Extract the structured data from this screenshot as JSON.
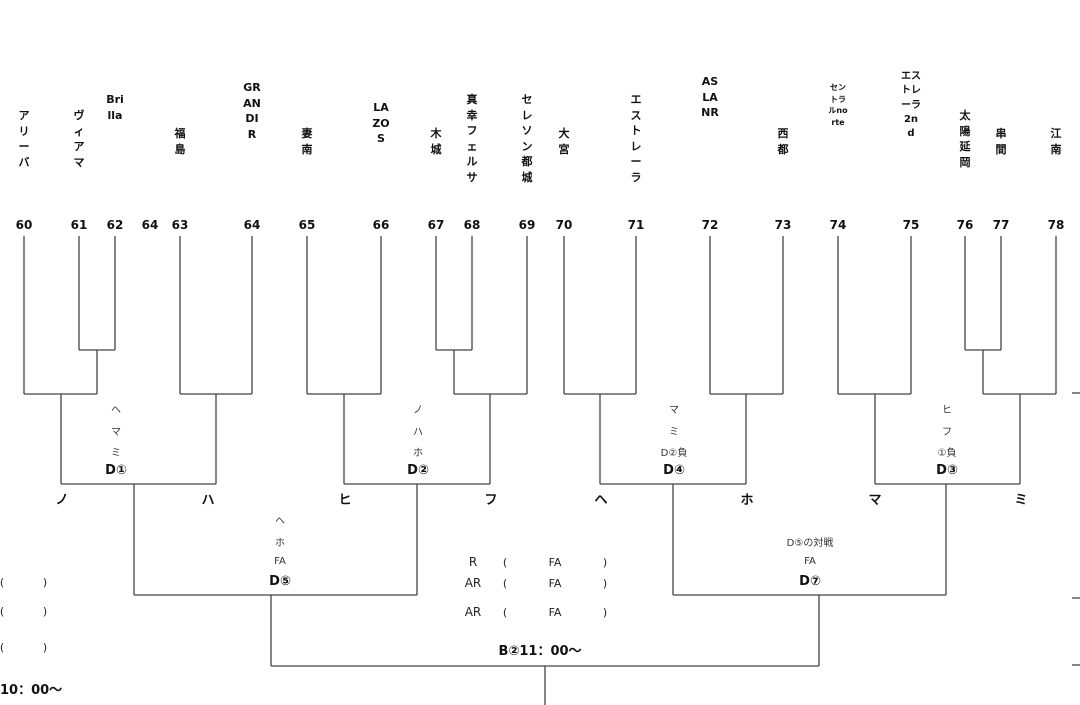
{
  "teams": [
    {
      "seed": "60",
      "name": "アリーバ"
    },
    {
      "seed": "61",
      "name": "ヴィアマ"
    },
    {
      "seed": "62",
      "name": "Brilla"
    },
    {
      "seed": "64",
      "name": ""
    },
    {
      "seed": "63",
      "name": "福島"
    },
    {
      "seed": "64",
      "name": "GRANDIR"
    },
    {
      "seed": "65",
      "name": "妻南"
    },
    {
      "seed": "66",
      "name": "LAZOS"
    },
    {
      "seed": "67",
      "name": "木城"
    },
    {
      "seed": "68",
      "name": "真幸フェルサ"
    },
    {
      "seed": "69",
      "name": "セレソン都城"
    },
    {
      "seed": "70",
      "name": "大宮"
    },
    {
      "seed": "71",
      "name": "エストレーラ"
    },
    {
      "seed": "72",
      "name": "ASLANR"
    },
    {
      "seed": "73",
      "name": "西都"
    },
    {
      "seed": "74",
      "name": "セントラルnorte"
    },
    {
      "seed": "75",
      "name": "エストレーラ2nd"
    },
    {
      "seed": "76",
      "name": "太陽延岡"
    },
    {
      "seed": "77",
      "name": "串間"
    },
    {
      "seed": "78",
      "name": "江南"
    }
  ],
  "slots": [
    "ノ",
    "ハ",
    "ヒ",
    "フ",
    "ヘ",
    "ホ",
    "マ",
    "ミ"
  ],
  "matches": {
    "d1": {
      "label": "D①",
      "notes": [
        "ヘ",
        "マ",
        "ミ"
      ]
    },
    "d2": {
      "label": "D②",
      "notes": [
        "ノ",
        "ハ",
        "ホ"
      ]
    },
    "d4": {
      "label": "D④",
      "notes": [
        "マ",
        "ミ",
        "D②負"
      ]
    },
    "d3": {
      "label": "D③",
      "notes": [
        "ヒ",
        "フ",
        "①負"
      ]
    },
    "d5": {
      "label": "D⑤",
      "notes": [
        "ヘ",
        "ホ",
        "FA"
      ]
    },
    "d7": {
      "label": "D⑦",
      "notes": [
        "D⑤の対戦",
        "FA"
      ]
    }
  },
  "referees": {
    "rows": [
      {
        "role": "R",
        "open": "(",
        "team": "FA",
        "close": ")"
      },
      {
        "role": "AR",
        "open": "(",
        "team": "FA",
        "close": ")"
      },
      {
        "role": "AR",
        "open": "(",
        "team": "FA",
        "close": ")"
      }
    ]
  },
  "final": {
    "label": "B②11：00〜"
  },
  "left_partial": {
    "rows": [
      {
        "open": "(",
        "close": ")"
      },
      {
        "open": "(",
        "close": ")"
      },
      {
        "open": "(",
        "close": ")"
      }
    ],
    "time": "10：00〜"
  }
}
